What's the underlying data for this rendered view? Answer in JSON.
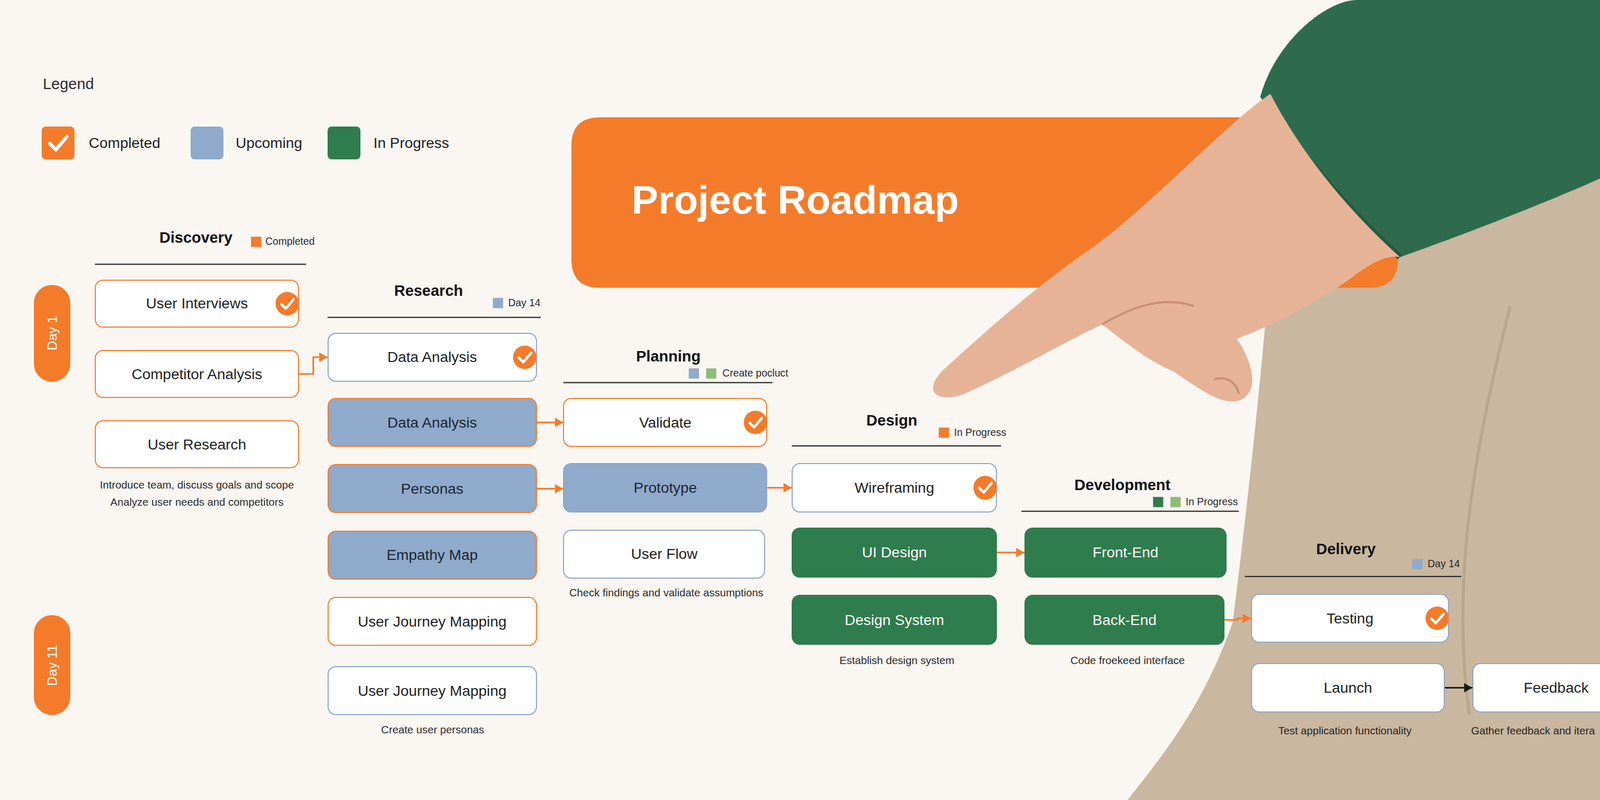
{
  "diagram": {
    "title": "Project Roadmap",
    "nodes": [
      {
        "text": [
          "Day 1"
        ]
      },
      {
        "text": [
          "Day 11"
        ]
      },
      {
        "text": [
          "User Interviews"
        ]
      },
      {
        "text": [
          "Competitor Analysis"
        ]
      },
      {
        "text": [
          "User Research"
        ]
      },
      {
        "text": [
          "Data Analysis"
        ]
      },
      {
        "text": [
          "Data Analysis"
        ]
      },
      {
        "text": [
          "Personas"
        ]
      },
      {
        "text": [
          "Empathy Map"
        ]
      },
      {
        "text": [
          "User Journey Mapping"
        ]
      },
      {
        "text": [
          "User Journey Mapping"
        ]
      },
      {
        "text": [
          "Validate"
        ]
      },
      {
        "text": [
          "Prototype"
        ]
      },
      {
        "text": [
          "User Flow"
        ]
      },
      {
        "text": [
          "Wireframing"
        ]
      },
      {
        "text": [
          "UI Design"
        ]
      },
      {
        "text": [
          "Design System"
        ]
      },
      {
        "text": [
          "Front-End"
        ]
      },
      {
        "text": [
          "Back-End"
        ]
      },
      {
        "text": [
          "Testing"
        ]
      },
      {
        "text": [
          "Launch"
        ]
      },
      {
        "text": [
          "Feedback"
        ]
      }
    ],
    "edges": [
      {
        "from": 3,
        "to": 5,
        "arrow": "to"
      },
      {
        "from": 6,
        "to": 11,
        "arrow": "to"
      },
      {
        "from": 7,
        "to": 12,
        "arrow": "to"
      },
      {
        "from": 12,
        "to": 14,
        "arrow": "to"
      },
      {
        "from": 15,
        "to": 17,
        "arrow": "to"
      },
      {
        "from": 18,
        "to": 19,
        "arrow": "to"
      },
      {
        "from": 20,
        "to": 21,
        "arrow": "to"
      }
    ],
    "labels": [
      "Legend",
      "Discovery",
      "Completed",
      "Introduce team, discuss goals and scope",
      "Analyze user needs and competitors",
      "Research",
      "Day 14",
      "Create user personas",
      "Planning",
      "Create pocluct",
      "Check findings and validate assumptions",
      "Design",
      "In Progress",
      "Establish design system",
      "Development",
      "In Progress",
      "Code froekeed interface",
      "Delivery",
      "Day 14",
      "Test application functionality",
      "Gather feedback and itera"
    ],
    "legend": [
      {
        "text": "Completed",
        "color": "#F47B2A"
      },
      {
        "text": "Upcoming",
        "color": "#8FAACB"
      },
      {
        "text": "In Progress",
        "color": "#2F7C4C"
      }
    ]
  }
}
